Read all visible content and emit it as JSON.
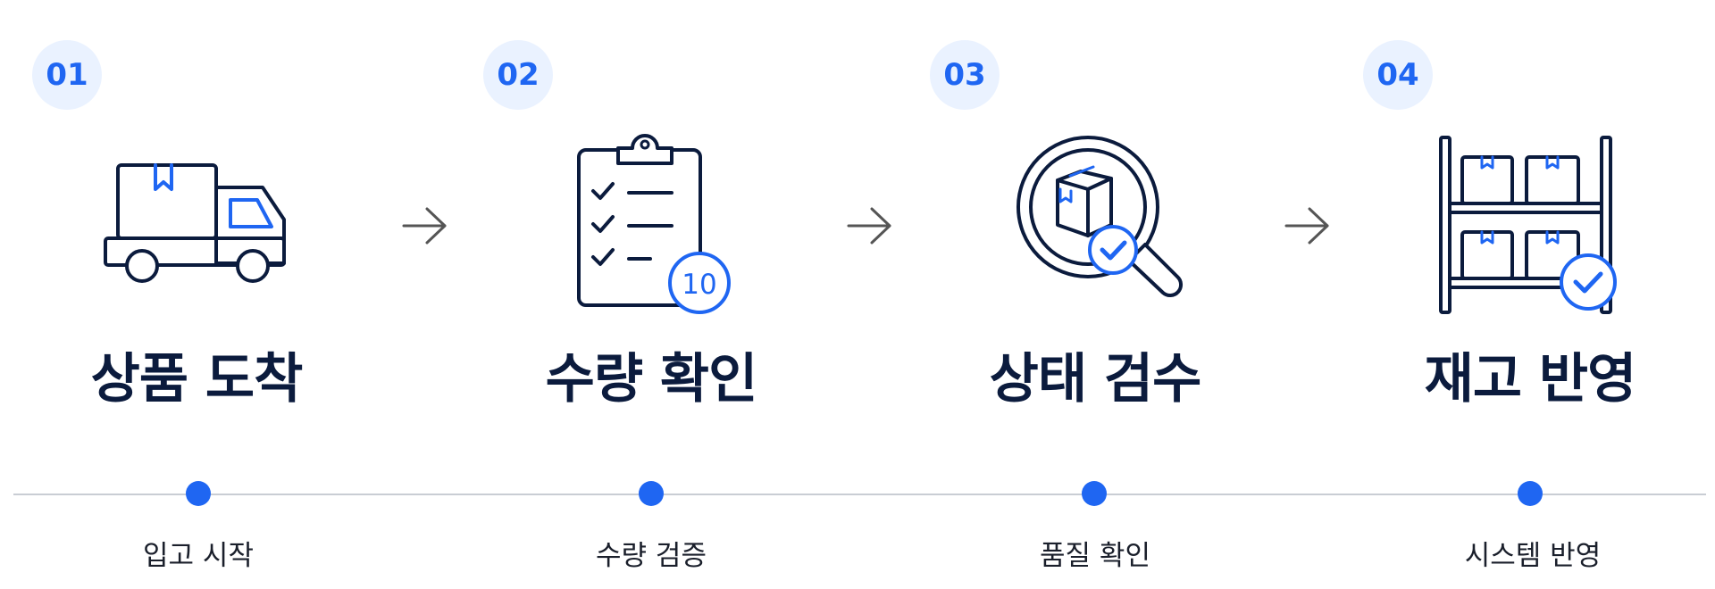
{
  "steps": [
    {
      "number": "01",
      "title": "상품 도착",
      "caption": "입고 시작",
      "icon": "delivery-truck-icon"
    },
    {
      "number": "02",
      "title": "수량 확인",
      "caption": "수량 검증",
      "icon": "clipboard-checklist-icon",
      "badge_count": "10"
    },
    {
      "number": "03",
      "title": "상태 검수",
      "caption": "품질 확인",
      "icon": "magnifier-box-inspect-icon"
    },
    {
      "number": "04",
      "title": "재고 반영",
      "caption": "시스템 반영",
      "icon": "warehouse-shelf-check-icon"
    }
  ],
  "colors": {
    "accent": "#1F66F2",
    "navy": "#0B1B3D",
    "badge_bg": "#EAF2FF",
    "line": "#C9CDD4",
    "arrow": "#555555"
  }
}
